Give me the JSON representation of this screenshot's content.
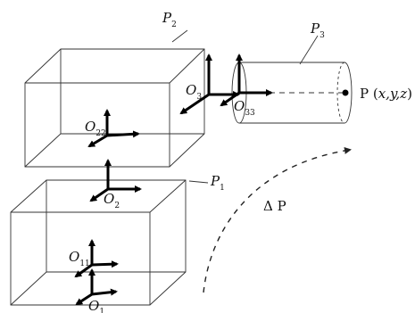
{
  "labels": {
    "p1": {
      "main": "P",
      "sub": "1"
    },
    "p2": {
      "main": "P",
      "sub": "2"
    },
    "p3": {
      "main": "P",
      "sub": "3"
    },
    "o1": {
      "main": "O",
      "sub": "1"
    },
    "o11": {
      "main": "O",
      "sub": "11"
    },
    "o2": {
      "main": "O",
      "sub": "2"
    },
    "o22": {
      "main": "O",
      "sub": "22"
    },
    "o3": {
      "main": "O",
      "sub": "3"
    },
    "o33": {
      "main": "O",
      "sub": "33"
    },
    "point": {
      "prefix": "P (",
      "coords": "x,y,z",
      "suffix": ")"
    },
    "delta": "Δ P"
  },
  "colors": {
    "line": "#333333",
    "axis": "#000000",
    "background": "#ffffff"
  }
}
